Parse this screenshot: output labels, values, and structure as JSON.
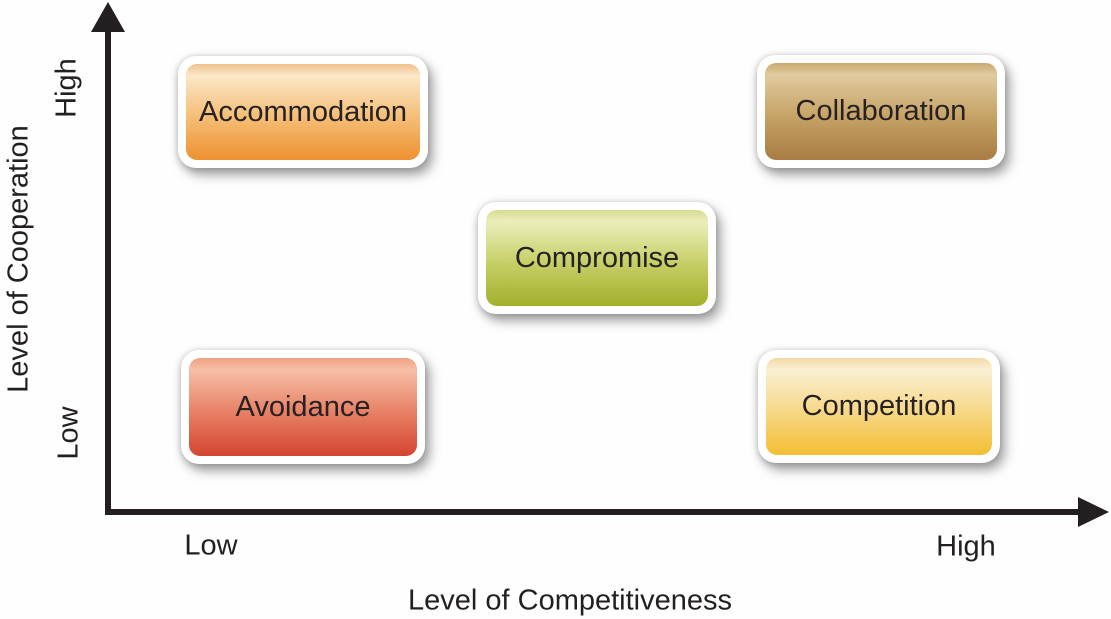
{
  "diagram": {
    "background_color": "#FEFEFE",
    "axis_color": "#231F20",
    "text_color": "#231F20"
  },
  "axes": {
    "y": {
      "title": "Level of Cooperation",
      "high_label": "High",
      "low_label": "Low"
    },
    "x": {
      "title": "Level of Competitiveness",
      "low_label": "Low",
      "high_label": "High"
    }
  },
  "boxes": [
    {
      "label": "Accommodation",
      "quadrant": "top-left",
      "cooperation": "High",
      "competitiveness": "Low",
      "colors": [
        "#EFC08C",
        "#FBE7C8",
        "#F5BE77",
        "#EE9130"
      ]
    },
    {
      "label": "Collaboration",
      "quadrant": "top-right",
      "cooperation": "High",
      "competitiveness": "High",
      "colors": [
        "#C9A96F",
        "#E0CB9E",
        "#C6A267",
        "#A87C42"
      ]
    },
    {
      "label": "Compromise",
      "quadrant": "center",
      "cooperation": "Medium",
      "competitiveness": "Medium",
      "colors": [
        "#D6DB90",
        "#EBEEBB",
        "#C6CF67",
        "#A3B02C"
      ]
    },
    {
      "label": "Avoidance",
      "quadrant": "bottom-left",
      "cooperation": "Low",
      "competitiveness": "Low",
      "colors": [
        "#EFA183",
        "#F6BFA6",
        "#E78166",
        "#D44430"
      ]
    },
    {
      "label": "Competition",
      "quadrant": "bottom-right",
      "cooperation": "Low",
      "competitiveness": "High",
      "colors": [
        "#F2D9A4",
        "#FAEFD3",
        "#F7D887",
        "#F3BE33"
      ]
    }
  ]
}
